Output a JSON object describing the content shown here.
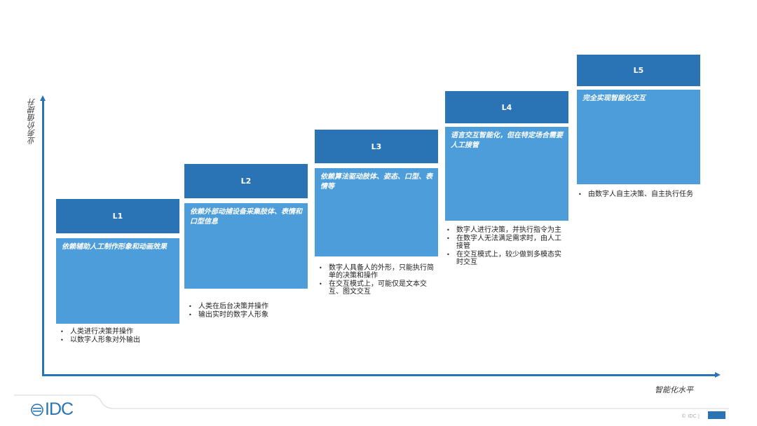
{
  "axes": {
    "y_label": "业务价值提升",
    "x_label": "智能化水平"
  },
  "levels": [
    {
      "label": "L1",
      "desc": "依赖辅助人工制作形象和动画效果",
      "bullets": [
        "人类进行决策并操作",
        "以数字人形象对外输出"
      ]
    },
    {
      "label": "L2",
      "desc": "依赖外部动捕设备采集肢体、表情和口型信息",
      "bullets": [
        "人类在后台决策并操作",
        "输出实时的数字人形象"
      ]
    },
    {
      "label": "L3",
      "desc": "依赖算法驱动肢体、姿态、口型、表情等",
      "bullets": [
        "数字人具备人的外形，只能执行简单的决策和操作",
        "在交互模式上，可能仅是文本交互、图文交互"
      ]
    },
    {
      "label": "L4",
      "desc": "语言交互智能化，但在特定场合需要人工接管",
      "bullets": [
        "数字人进行决策，并执行指令为主",
        "在数字人无法满足需求时，由人工接管",
        "在交互模式上，较少做到多模态实时交互"
      ]
    },
    {
      "label": "L5",
      "desc": "完全实现智能化交互",
      "bullets": [
        "由数字人自主决策、自主执行任务"
      ]
    }
  ],
  "footer": {
    "logo": "IDC",
    "copyright": "© IDC |"
  },
  "colors": {
    "header": "#2a74b6",
    "body": "#4d9ddb"
  }
}
